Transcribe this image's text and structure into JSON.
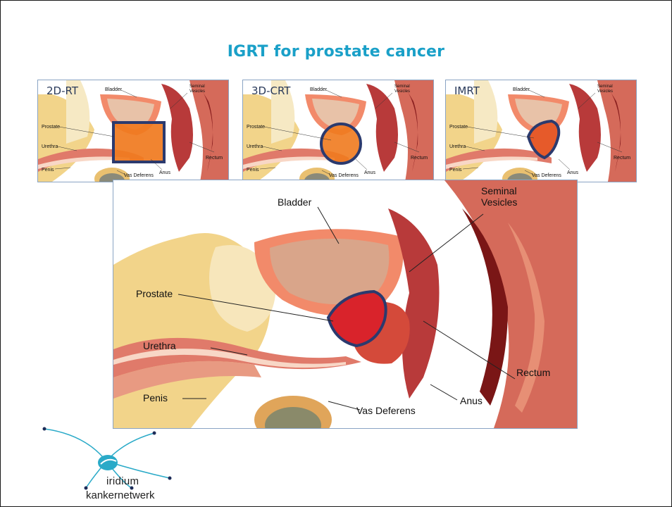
{
  "slide": {
    "title": "IGRT for prostate cancer"
  },
  "thumbnails": [
    {
      "tag": "2D-RT",
      "bladder": "Bladder",
      "seminal": "Seminal",
      "vesicles": "Vesicles",
      "prostate": "Prostate",
      "urethra": "Urethra",
      "rectum": "Rectum",
      "penis": "Penis",
      "anus": "Anus",
      "vas": "Vas Deferens",
      "target_shape": "square"
    },
    {
      "tag": "3D-CRT",
      "bladder": "Bladder",
      "seminal": "Seminal",
      "vesicles": "Vesicles",
      "prostate": "Prostate",
      "urethra": "Urethra",
      "rectum": "Rectum",
      "penis": "Penis",
      "anus": "Anus",
      "vas": "Vas Deferens",
      "target_shape": "circle"
    },
    {
      "tag": "IMRT",
      "bladder": "Bladder",
      "seminal": "Seminal",
      "vesicles": "Vesicles",
      "prostate": "Prostate",
      "urethra": "Urethra",
      "rectum": "Rectum",
      "penis": "Penis",
      "anus": "Anus",
      "vas": "Vas Deferens",
      "target_shape": "conformal"
    }
  ],
  "main": {
    "bladder": "Bladder",
    "seminal": "Seminal",
    "vesicles": "Vesicles",
    "prostate": "Prostate",
    "urethra": "Urethra",
    "rectum": "Rectum",
    "penis": "Penis",
    "anus": "Anus",
    "vas": "Vas Deferens"
  },
  "logo": {
    "name": "iridium",
    "subtitle": "kankernetwerk"
  },
  "colors": {
    "title": "#1aa0c8",
    "target_outline": "#2b3a6e",
    "target_fill_main": "#d9232b",
    "target_fill_thumb": "#f07a1e",
    "logo_accent": "#2aaac8"
  }
}
